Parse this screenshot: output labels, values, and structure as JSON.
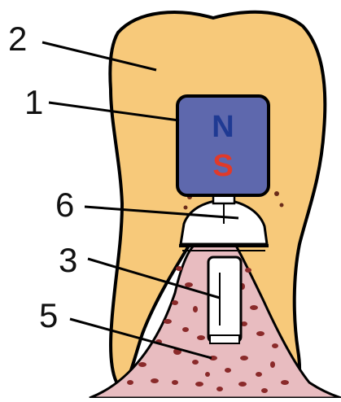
{
  "diagram": {
    "labels": [
      {
        "id": "label-2",
        "text": "2",
        "target": "tooth-crown"
      },
      {
        "id": "label-1",
        "text": "1",
        "target": "magnet"
      },
      {
        "id": "label-6",
        "text": "6",
        "target": "abutment-cap"
      },
      {
        "id": "label-3",
        "text": "3",
        "target": "implant-post"
      },
      {
        "id": "label-5",
        "text": "5",
        "target": "bone-tissue"
      }
    ],
    "magnet": {
      "north_text": "N",
      "south_text": "S"
    },
    "colors": {
      "tooth": "#f7c97a",
      "magnet": "#5e68ad",
      "north_pole": "#1f3a93",
      "south_pole": "#e03a2a",
      "bone": "#e8bcc0",
      "bone_speckle": "#8a2a2a",
      "outline": "#000000",
      "implant": "#ffffff"
    }
  }
}
